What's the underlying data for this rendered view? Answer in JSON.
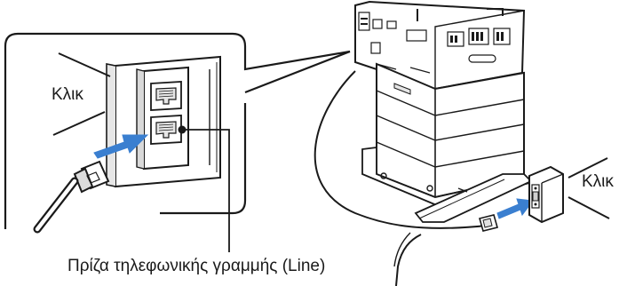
{
  "labels": {
    "click_left": "Κλικ",
    "click_right": "Κλικ",
    "caption": "Πρίζα τηλεφωνικής γραμμής (Line)"
  },
  "colors": {
    "line": "#1a1a1a",
    "arrow": "#3a7fd0",
    "panel_fill": "#ffffff",
    "shade": "#e6e6e6"
  }
}
